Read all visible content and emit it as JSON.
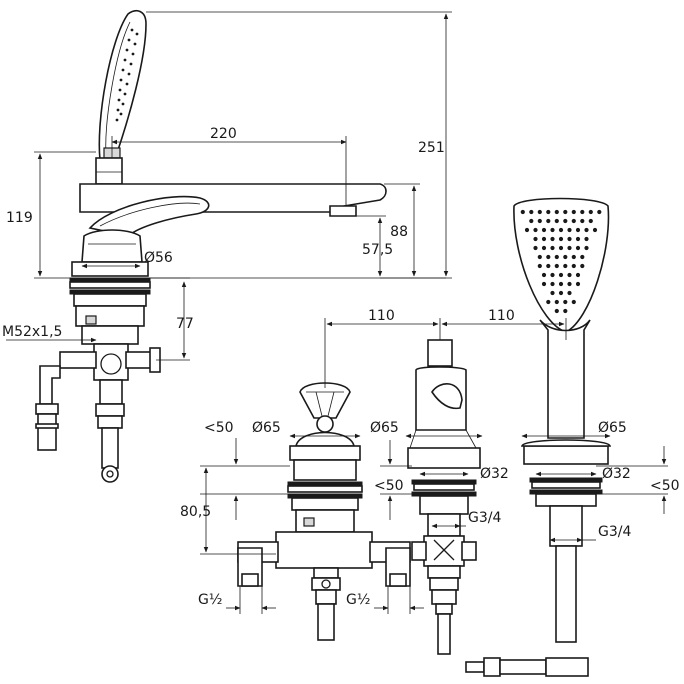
{
  "dimensions": {
    "d220": "220",
    "d251": "251",
    "d119": "119",
    "d88": "88",
    "d57_5": "57,5",
    "d56": "Ø56",
    "d77": "77",
    "m52": "M52x1,5",
    "d110a": "110",
    "d110b": "110",
    "lt50a": "<50",
    "d65a": "Ø65",
    "d65b": "Ø65",
    "d65c": "Ø65",
    "d32a": "Ø32",
    "d32b": "Ø32",
    "lt50b": "<50",
    "lt50c": "<50",
    "d80_5": "80,5",
    "g34a": "G3/4",
    "g34b": "G3/4",
    "g12a": "G½",
    "g12b": "G½"
  }
}
